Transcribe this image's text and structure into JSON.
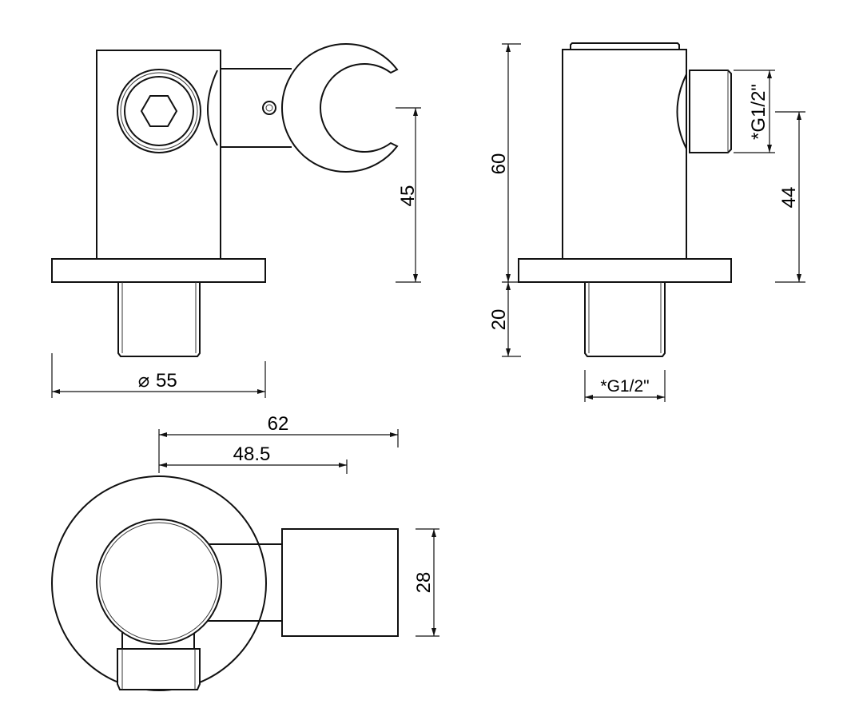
{
  "drawing": {
    "front_view": {
      "diameter_symbol": "⌀",
      "diameter_value": "55",
      "height_label": "45"
    },
    "side_view": {
      "total_height": "60",
      "stem_height": "20",
      "outlet_thread": "*G1/2\"",
      "outlet_height": "44",
      "inlet_thread": "*G1/2\""
    },
    "top_view": {
      "overall_length": "62",
      "holder_offset": "48.5",
      "holder_width": "28"
    }
  }
}
